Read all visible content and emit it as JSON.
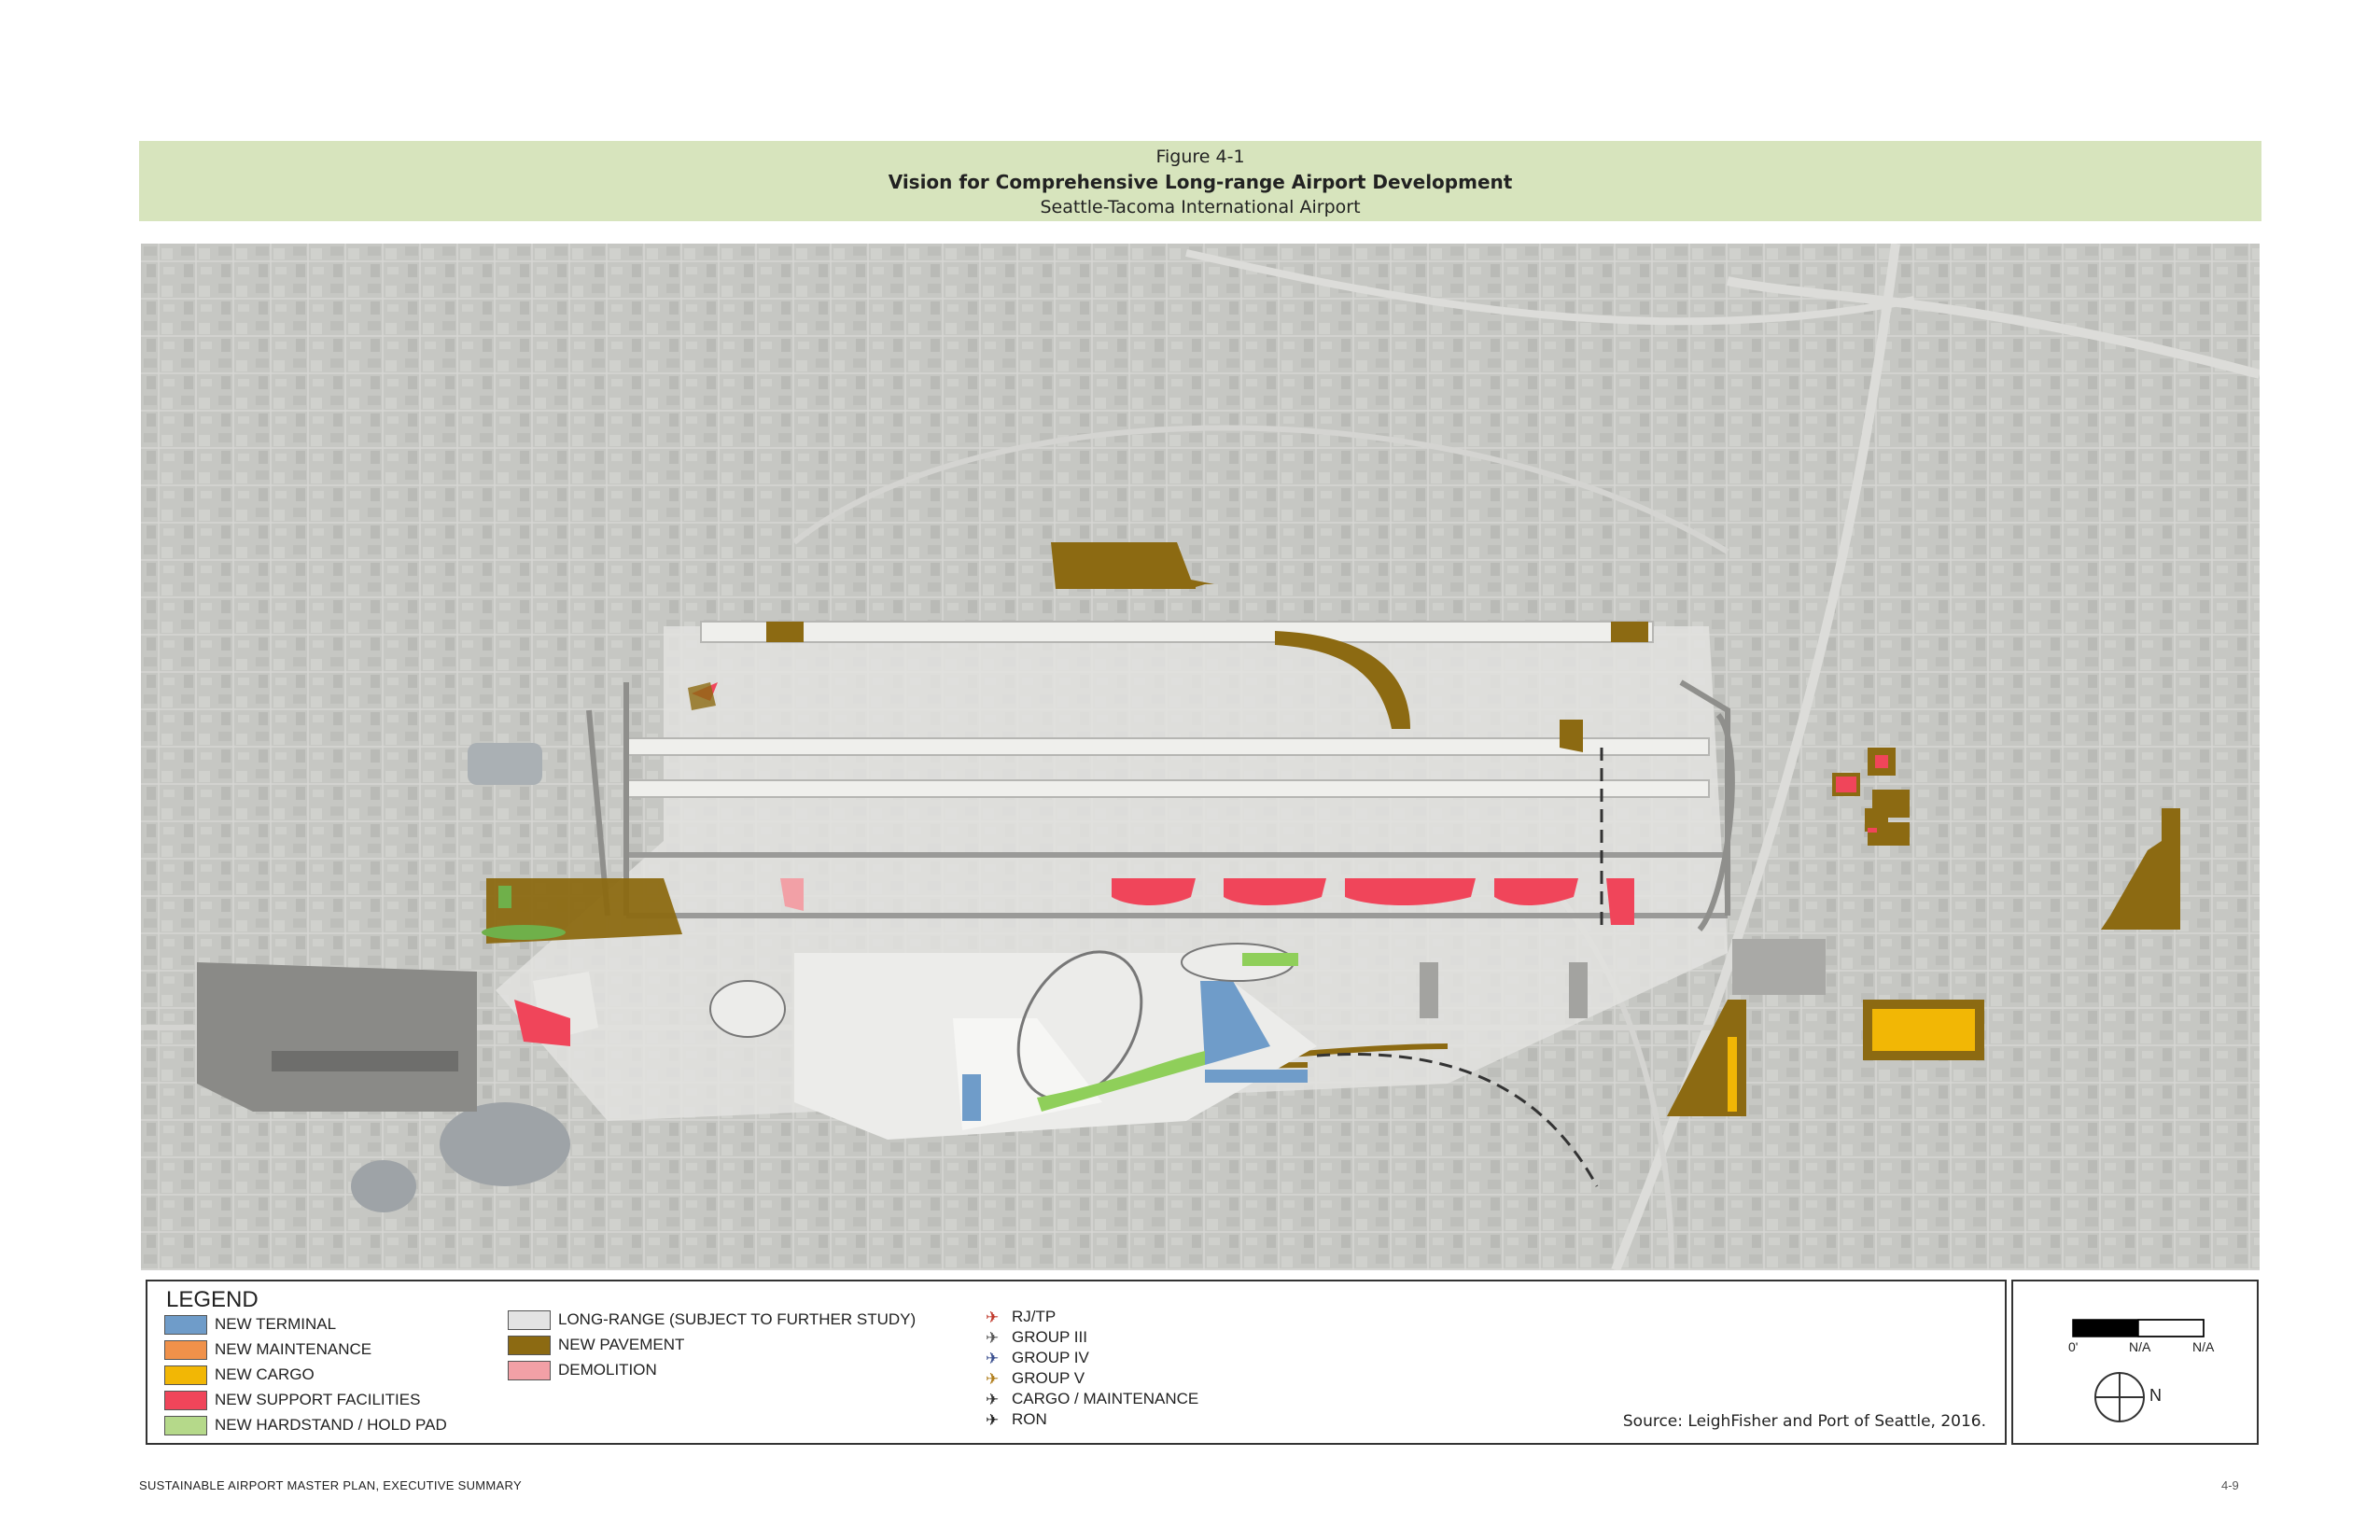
{
  "figure": {
    "label": "Figure 4-1",
    "title": "Vision for Comprehensive Long-range Airport Development",
    "subtitle": "Seattle-Tacoma International Airport"
  },
  "legend": {
    "title": "LEGEND",
    "items": [
      {
        "label": "NEW TERMINAL",
        "color": "#6f9cc9"
      },
      {
        "label": "NEW MAINTENANCE",
        "color": "#f0914a"
      },
      {
        "label": "NEW CARGO",
        "color": "#f2b705"
      },
      {
        "label": "NEW SUPPORT FACILITIES",
        "color": "#f0455a"
      },
      {
        "label": "NEW HARDSTAND / HOLD PAD",
        "color": "#b5d98a"
      },
      {
        "label": "LONG-RANGE (SUBJECT TO FURTHER STUDY)",
        "color": "#e3e3e3"
      },
      {
        "label": "NEW PAVEMENT",
        "color": "#8c6a12"
      },
      {
        "label": "DEMOLITION",
        "color": "#f2a0a6"
      }
    ],
    "aircraft": [
      {
        "label": "RJ/TP",
        "color": "#c0392b"
      },
      {
        "label": "GROUP III",
        "color": "#555555"
      },
      {
        "label": "GROUP IV",
        "color": "#3a4f8f"
      },
      {
        "label": "GROUP V",
        "color": "#b07d1a"
      },
      {
        "label": "CARGO / MAINTENANCE",
        "color": "#333333"
      },
      {
        "label": "RON",
        "color": "#222222"
      }
    ]
  },
  "source": "Source:  LeighFisher and Port of Seattle, 2016.",
  "scale": {
    "labels": [
      "0'",
      "N/A",
      "N/A"
    ],
    "north": "N"
  },
  "footer": {
    "left": "SUSTAINABLE AIRPORT MASTER PLAN, EXECUTIVE SUMMARY",
    "right": "4-9"
  }
}
